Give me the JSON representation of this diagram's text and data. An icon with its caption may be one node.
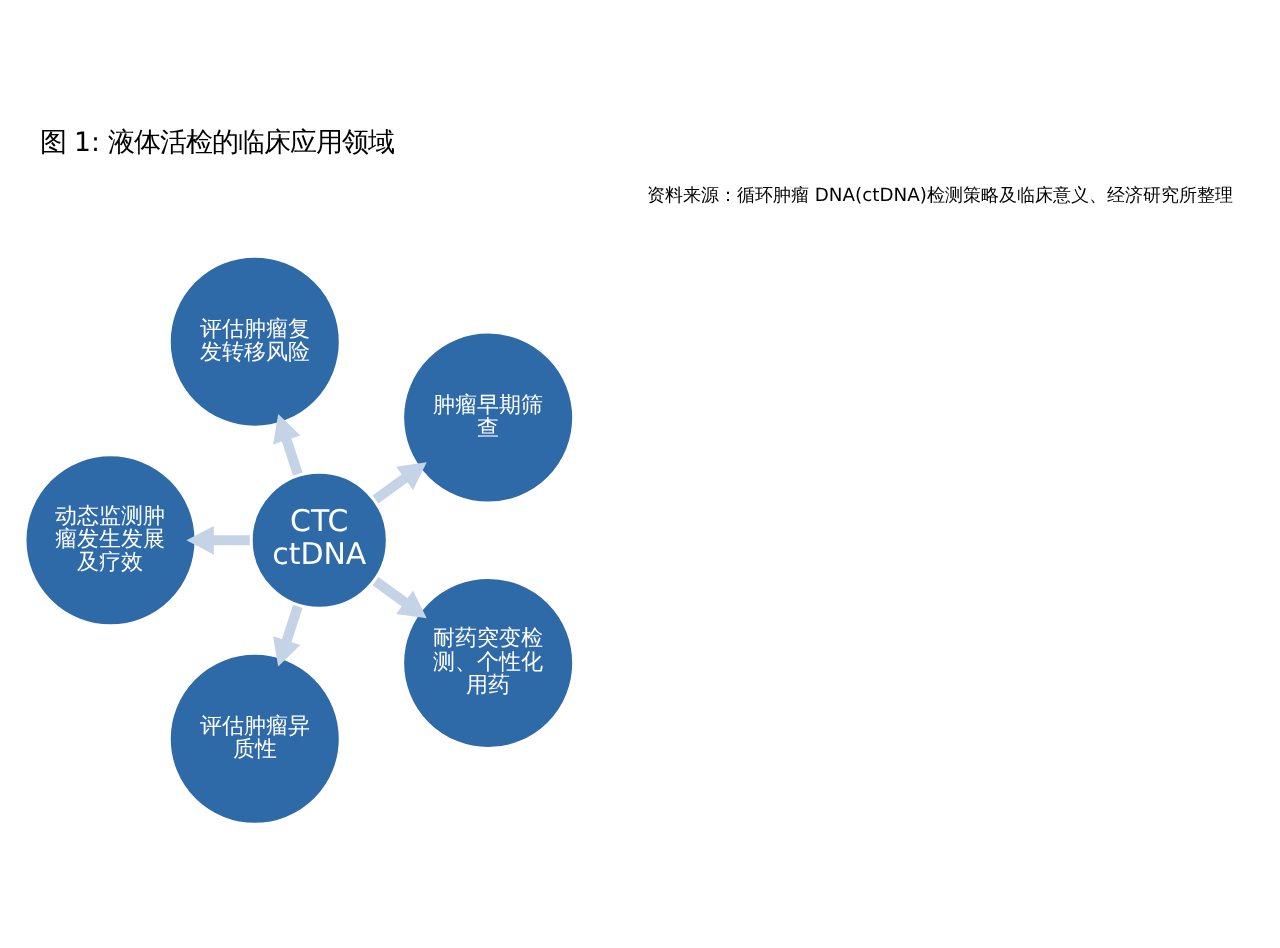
{
  "diagram": {
    "title": "图 1: 液体活检的临床应用领域",
    "caption": "资料来源：循环肿瘤 DNA(ctDNA)检测策略及临床意义、经济研究所整理",
    "nodes": [
      {
        "text": [
          "肿瘤早期筛查"
        ]
      },
      {
        "text": [
          "评估肿瘤复发转移风险"
        ]
      },
      {
        "text": [
          "CTC ctDNA"
        ]
      },
      {
        "text": [
          "动态监测肿瘤发生发展及疗效"
        ]
      },
      {
        "text": [
          "评估肿瘤异质性"
        ]
      },
      {
        "text": [
          "耐药突变检测、个性化用药"
        ]
      }
    ],
    "edges": [
      {
        "from": 2,
        "to": 0,
        "arrow": "to"
      },
      {
        "from": 2,
        "to": 3,
        "arrow": "to"
      },
      {
        "from": 2,
        "to": 5,
        "arrow": "to"
      },
      {
        "from": 2,
        "to": 4,
        "arrow": "to"
      },
      {
        "from": 2,
        "to": 1,
        "arrow": "to"
      }
    ]
  }
}
